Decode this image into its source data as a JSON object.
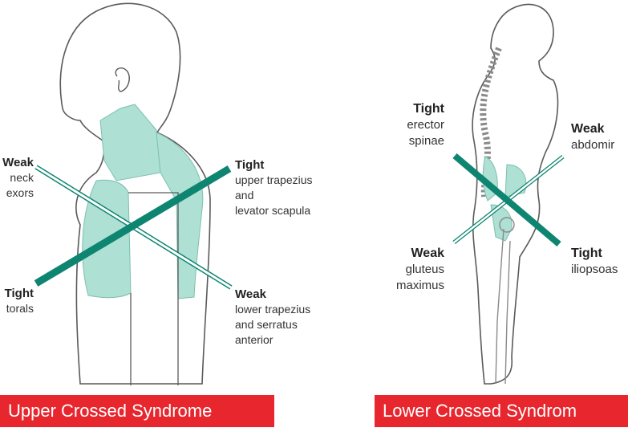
{
  "upper": {
    "labels": {
      "weak_neck": {
        "status": "Weak",
        "lines": [
          "neck",
          "exors"
        ]
      },
      "tight_trap": {
        "status": "Tight",
        "lines": [
          "upper trapezius",
          "and",
          "levator scapula"
        ]
      },
      "tight_pec": {
        "status": "Tight",
        "lines": [
          "torals"
        ]
      },
      "weak_lower": {
        "status": "Weak",
        "lines": [
          "lower trapezius",
          "and serratus",
          "anterior"
        ]
      }
    },
    "caption": "Upper Crossed Syndrome"
  },
  "lower": {
    "labels": {
      "tight_erector": {
        "status": "Tight",
        "lines": [
          "erector",
          "spinae"
        ]
      },
      "weak_abdom": {
        "status": "Weak",
        "lines": [
          "abdomir"
        ]
      },
      "weak_glute": {
        "status": "Weak",
        "lines": [
          "gluteus",
          "maximus"
        ]
      },
      "tight_ilio": {
        "status": "Tight",
        "lines": [
          "iliopsoas"
        ]
      }
    },
    "caption": "Lower Crossed Syndrom"
  },
  "colors": {
    "accent": "#0e8571",
    "muscle": "#aee0d4",
    "caption_bg": "#e8262d",
    "outline": "#5a5a5a"
  }
}
